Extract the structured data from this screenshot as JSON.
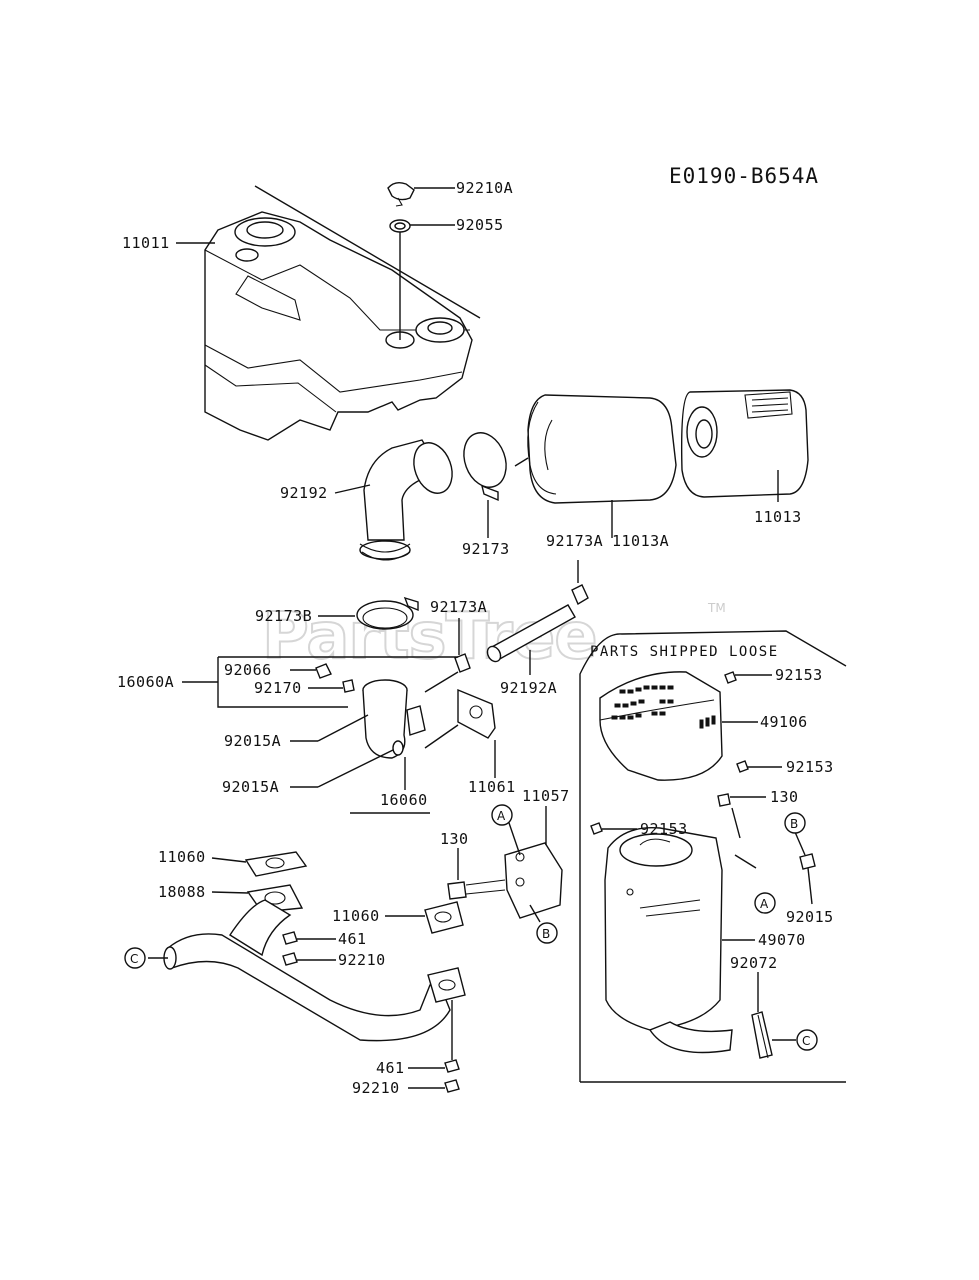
{
  "diagram": {
    "code": "E0190-B654A",
    "section_title": "PARTS SHIPPED LOOSE",
    "watermark": {
      "text": "PartsTree",
      "tm": "TM"
    },
    "parts": [
      {
        "id": "p1",
        "number": "92210A"
      },
      {
        "id": "p2",
        "number": "92055"
      },
      {
        "id": "p3",
        "number": "11011"
      },
      {
        "id": "p4",
        "number": "92192"
      },
      {
        "id": "p5",
        "number": "92173"
      },
      {
        "id": "p6",
        "number": "11013A"
      },
      {
        "id": "p7",
        "number": "11013"
      },
      {
        "id": "p8",
        "number": "92173A"
      },
      {
        "id": "p9",
        "number": "92173B"
      },
      {
        "id": "p10",
        "number": "92173A"
      },
      {
        "id": "p11",
        "number": "92066"
      },
      {
        "id": "p12",
        "number": "16060A"
      },
      {
        "id": "p13",
        "number": "92170"
      },
      {
        "id": "p14",
        "number": "92192A"
      },
      {
        "id": "p15",
        "number": "92015A"
      },
      {
        "id": "p16",
        "number": "92015A"
      },
      {
        "id": "p17",
        "number": "16060"
      },
      {
        "id": "p18",
        "number": "11061"
      },
      {
        "id": "p19",
        "number": "11057"
      },
      {
        "id": "p20",
        "number": "130"
      },
      {
        "id": "p21",
        "number": "11060"
      },
      {
        "id": "p22",
        "number": "18088"
      },
      {
        "id": "p23",
        "number": "11060"
      },
      {
        "id": "p24",
        "number": "461"
      },
      {
        "id": "p25",
        "number": "92210"
      },
      {
        "id": "p26",
        "number": "461"
      },
      {
        "id": "p27",
        "number": "92210"
      },
      {
        "id": "p28",
        "number": "92153"
      },
      {
        "id": "p29",
        "number": "49106"
      },
      {
        "id": "p30",
        "number": "92153"
      },
      {
        "id": "p31",
        "number": "92153"
      },
      {
        "id": "p32",
        "number": "130"
      },
      {
        "id": "p33",
        "number": "92015"
      },
      {
        "id": "p34",
        "number": "49070"
      },
      {
        "id": "p35",
        "number": "92072"
      }
    ],
    "refs": {
      "a": "A",
      "b": "B",
      "c": "C"
    }
  }
}
